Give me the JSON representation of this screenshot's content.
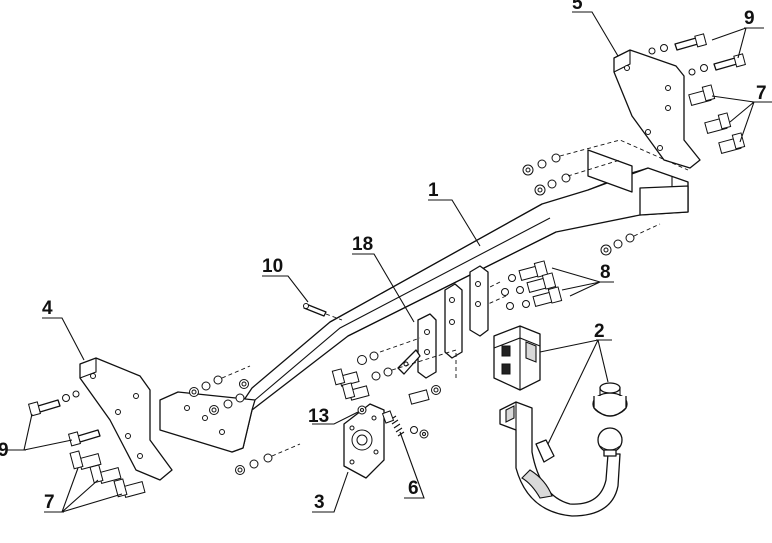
{
  "callouts": {
    "c1": "1",
    "c2": "2",
    "c3": "3",
    "c4": "4",
    "c5": "5",
    "c6": "6",
    "c7_left": "7",
    "c7_right": "7",
    "c8": "8",
    "c9_left": "9",
    "c9_right": "9",
    "c10": "10",
    "c13": "13",
    "c18": "18"
  }
}
